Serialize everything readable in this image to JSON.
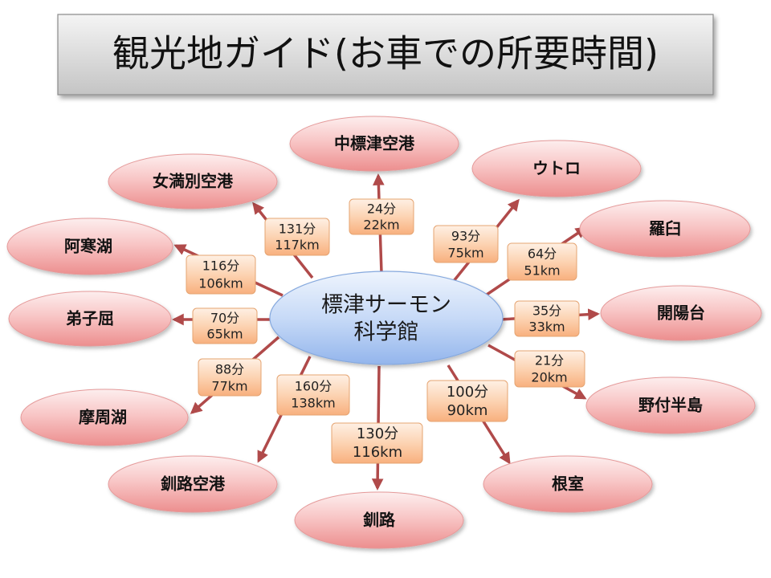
{
  "title": "観光地ガイド(お車での所要時間)",
  "center": {
    "line1": "標津サーモン",
    "line2": "科学館"
  },
  "destinations": [
    {
      "name": "中標津空港",
      "time": "24分",
      "distance": "22km"
    },
    {
      "name": "ウトロ",
      "time": "93分",
      "distance": "75km"
    },
    {
      "name": "羅臼",
      "time": "64分",
      "distance": "51km"
    },
    {
      "name": "開陽台",
      "time": "35分",
      "distance": "33km"
    },
    {
      "name": "野付半島",
      "time": "21分",
      "distance": "20km"
    },
    {
      "name": "根室",
      "time": "100分",
      "distance": "90km"
    },
    {
      "name": "釧路",
      "time": "130分",
      "distance": "116km"
    },
    {
      "name": "釧路空港",
      "time": "160分",
      "distance": "138km"
    },
    {
      "name": "摩周湖",
      "time": "88分",
      "distance": "77km"
    },
    {
      "name": "弟子屈",
      "time": "70分",
      "distance": "65km"
    },
    {
      "name": "阿寒湖",
      "time": "116分",
      "distance": "106km"
    },
    {
      "name": "女満別空港",
      "time": "131分",
      "distance": "117km"
    }
  ],
  "colors": {
    "arrow": "#b04a4a",
    "destination_fill": "#f2a3a3",
    "center_fill": "#a8c3f0",
    "label_fill": "#fbc49a",
    "title_fill": "#d0d0d0"
  }
}
